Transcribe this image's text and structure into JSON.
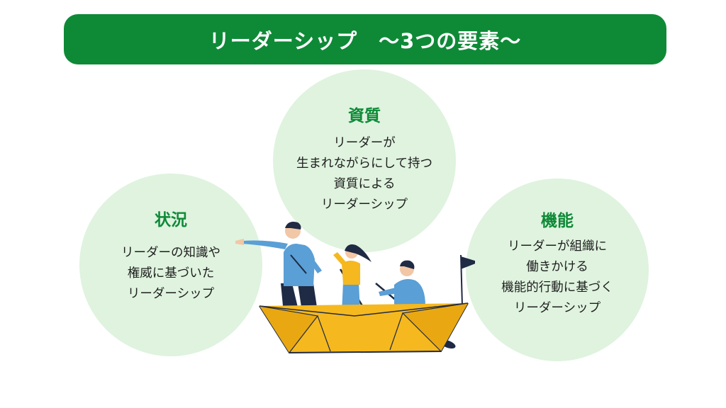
{
  "title": "リーダーシップ　～3つの要素～",
  "elements": [
    {
      "title": "状況",
      "description": "リーダーの知識や\n権威に基づいた\nリーダーシップ"
    },
    {
      "title": "資質",
      "description": "リーダーが\n生まれながらにして持つ\n資質による\nリーダーシップ"
    },
    {
      "title": "機能",
      "description": "リーダーが組織に\n働きかける\n機能的行動に基づく\nリーダーシップ"
    }
  ],
  "colors": {
    "banner": "#0e8a37",
    "circle_fill": "#dff3df",
    "title_text": "#0e8a37",
    "boat": "#f5b81e",
    "shirt_blue": "#5a9fd6",
    "navy": "#1f2a44"
  },
  "illustration": "three-people-rowing-paper-boat"
}
